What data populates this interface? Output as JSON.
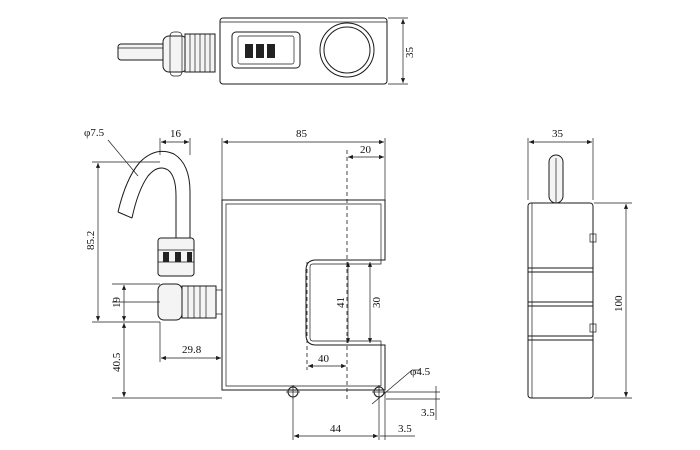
{
  "dimensions": {
    "top_height": "35",
    "cable_diameter": "φ7.5",
    "connector_offset": "16",
    "overall_width": "85",
    "slot_offset": "20",
    "connector_height": "85.2",
    "small_height": "19",
    "slot_depth": "41",
    "slot_width": "30",
    "connector_depth": "29.8",
    "slot_length": "40",
    "lower_height": "40.5",
    "hole_diameter": "φ4.5",
    "side_width": "35",
    "side_height": "100",
    "hole_spacing": "44",
    "edge_offset_bottom": "3.5",
    "edge_offset_side": "3.5"
  }
}
